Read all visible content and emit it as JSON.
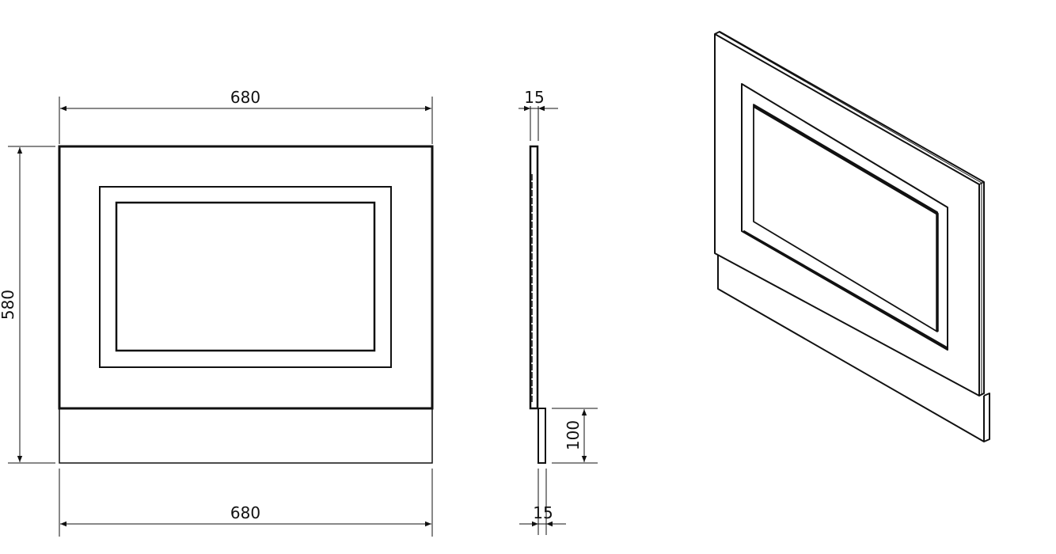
{
  "drawing": {
    "front_view": {
      "width_top": "680",
      "width_bottom": "680",
      "height": "580"
    },
    "side_view": {
      "thickness_top": "15",
      "thickness_bottom": "15",
      "plinth_height": "100"
    },
    "line_color": "#111111"
  }
}
